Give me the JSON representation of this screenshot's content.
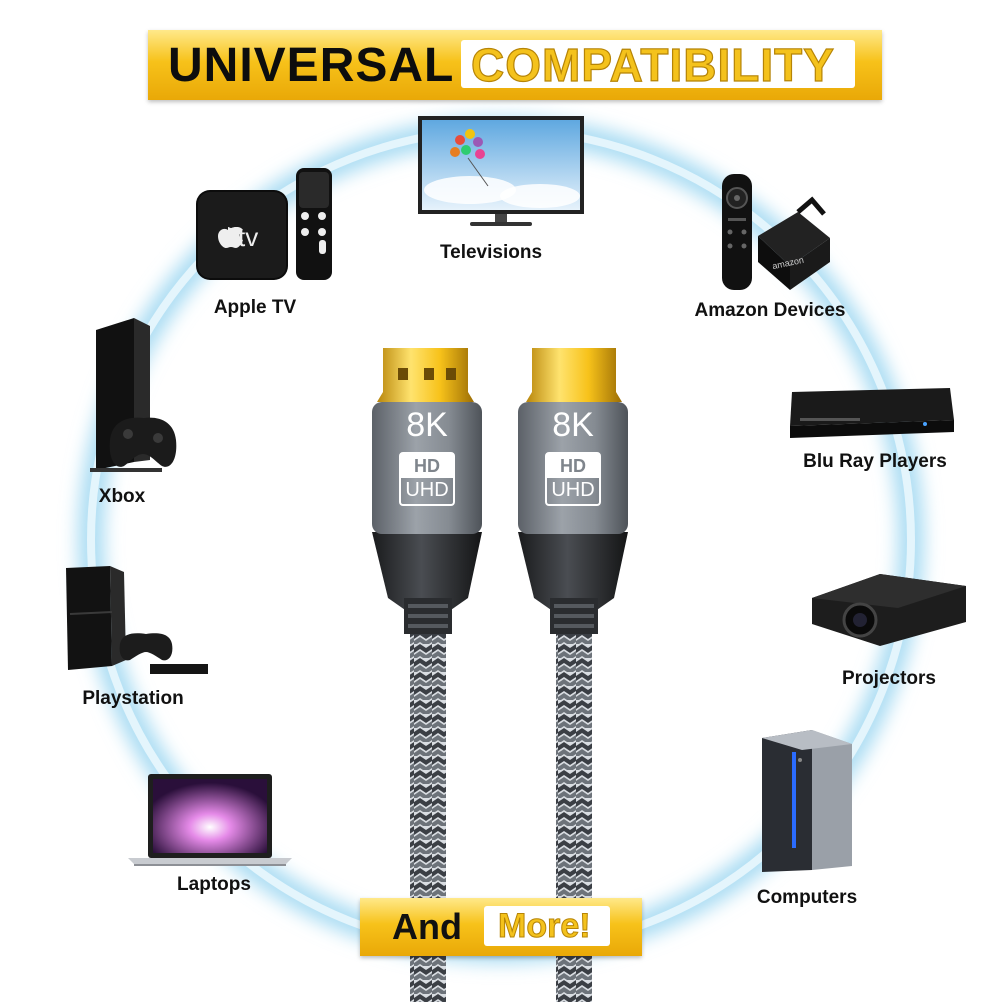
{
  "title": {
    "left": "UNIVERSAL",
    "right": "COMPATIBILITY"
  },
  "footer": {
    "left": "And",
    "right": "More!"
  },
  "cable": {
    "version": "8K",
    "badge_top": "HD",
    "badge_bottom": "UHD"
  },
  "devices": {
    "televisions": "Televisions",
    "apple_tv": "Apple TV",
    "apple_tv_logo": "tv",
    "amazon": "Amazon Devices",
    "amazon_logo": "amazon",
    "xbox": "Xbox",
    "bluray": "Blu Ray Players",
    "playstation": "Playstation",
    "projectors": "Projectors",
    "laptops": "Laptops",
    "computers": "Computers"
  },
  "colors": {
    "gold": "#f7c21a",
    "glow": "#bfe6f6",
    "cable_gray": "#8f959c"
  }
}
